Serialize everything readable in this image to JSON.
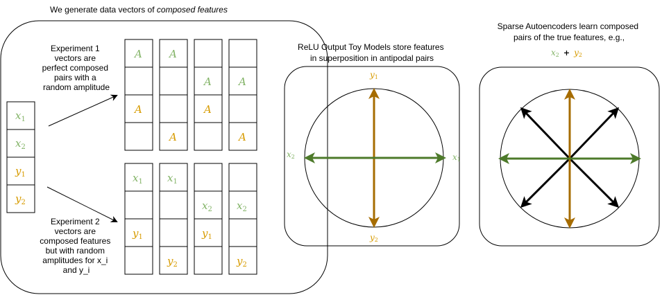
{
  "left_panel": {
    "title_prefix": "We generate data vectors of ",
    "title_emph": "composed features",
    "input_vector": [
      {
        "sym": "x",
        "sub": "1",
        "color": "green"
      },
      {
        "sym": "x",
        "sub": "2",
        "color": "green"
      },
      {
        "sym": "y",
        "sub": "1",
        "color": "orange"
      },
      {
        "sym": "y",
        "sub": "2",
        "color": "orange"
      }
    ],
    "experiment1": {
      "lines": [
        "Experiment 1",
        "vectors are",
        "perfect composed",
        "pairs with a",
        "random amplitude"
      ],
      "amp": "A"
    },
    "experiment2": {
      "lines": [
        "Experiment 2",
        "vectors are",
        "composed features",
        "but with random",
        "amplitudes for x_i",
        "and y_i"
      ],
      "x": "x",
      "y": "y",
      "s1": "1",
      "s2": "2"
    }
  },
  "middle_panel": {
    "title_lines": [
      "ReLU Output Toy Models store features",
      "in superposition in antipodal pairs"
    ],
    "labels": {
      "y": "y",
      "x": "x",
      "s1": "1",
      "s2": "2"
    }
  },
  "right_panel": {
    "title_lines": [
      "Sparse Autoencoders learn composed",
      "pairs of the true features, e.g.,"
    ],
    "formula": {
      "x": "x",
      "sub_x": "2",
      "plus": "+",
      "y": "y",
      "sub_y": "2"
    }
  },
  "colors": {
    "green_text": "#82b366",
    "orange_text": "#d79b00",
    "green_arrow": "#4d7a2a",
    "brown_arrow": "#a66c00"
  }
}
